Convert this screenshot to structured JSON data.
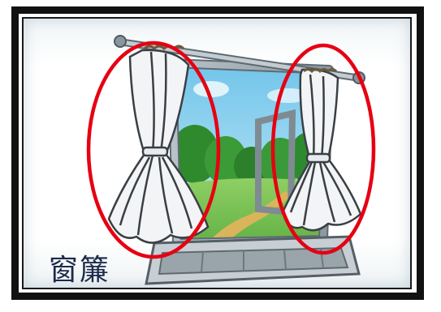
{
  "caption": "窗簾",
  "icons": [
    "window-curtain-illustration",
    "highlight-ellipse-left",
    "highlight-ellipse-right"
  ],
  "colors": {
    "highlight": "#e60012",
    "frame": "#111111",
    "sky": "#8fd0ee",
    "grass": "#7cc35a",
    "window_frame": "#9aa6ad",
    "curtain": "#f2f4f6"
  }
}
